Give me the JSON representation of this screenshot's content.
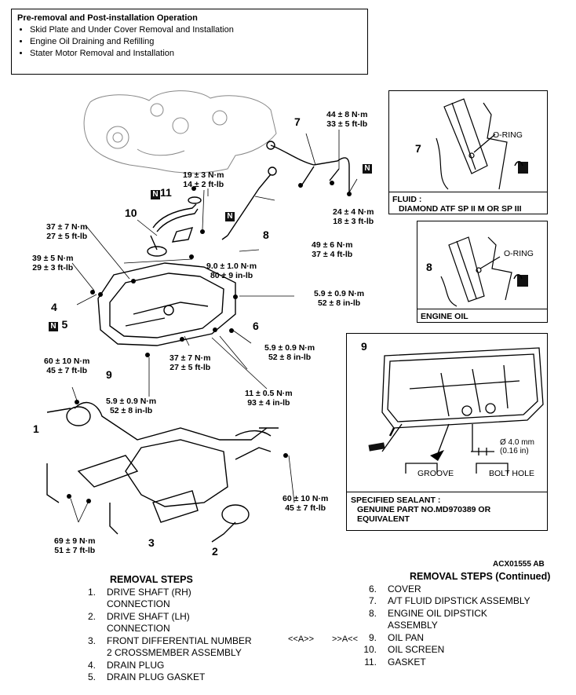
{
  "operation_box": {
    "title": "Pre-removal and Post-installation Operation",
    "items": [
      "Skid Plate and Under Cover Removal and Installation",
      "Engine Oil Draining and Refilling",
      "Stater Motor Removal and Installation"
    ]
  },
  "torques": {
    "t7": [
      "44 ± 8 N·m",
      "33 ± 5 ft-lb"
    ],
    "t11": [
      "19 ± 3 N·m",
      "14 ± 2 ft-lb"
    ],
    "t24": [
      "24 ± 4 N·m",
      "18 ± 3 ft-lb"
    ],
    "t49": [
      "49 ± 6 N·m",
      "37 ± 4 ft-lb"
    ],
    "t37a": [
      "37 ± 7 N·m",
      "27 ± 5 ft-lb"
    ],
    "t39": [
      "39 ± 5 N·m",
      "29 ± 3 ft-lb"
    ],
    "t9": [
      "9.0 ± 1.0 N·m",
      "80 ± 9 in-lb"
    ],
    "t59a": [
      "5.9 ± 0.9 N·m",
      "52 ± 8 in-lb"
    ],
    "t59b": [
      "5.9 ± 0.9 N·m",
      "52 ± 8 in-lb"
    ],
    "t60a": [
      "60 ± 10 N·m",
      "45 ± 7 ft-lb"
    ],
    "t37b": [
      "37 ± 7 N·m",
      "27 ± 5 ft-lb"
    ],
    "t59c": [
      "5.9 ± 0.9 N·m",
      "52 ± 8 in-lb"
    ],
    "t11nm": [
      "11 ± 0.5 N·m",
      "93 ± 4 in-lb"
    ],
    "t60b": [
      "60 ± 10 N·m",
      "45 ± 7 ft-lb"
    ],
    "t69": [
      "69 ± 9 N·m",
      "51 ± 7 ft-lb"
    ]
  },
  "callouts": {
    "c1": "1",
    "c2": "2",
    "c3": "3",
    "c4": "4",
    "c5": "5",
    "c6": "6",
    "c7": "7",
    "c8": "8",
    "c9": "9",
    "c10": "10",
    "c11": "11"
  },
  "badge": "N",
  "detail_fluid": {
    "num": "7",
    "oring": "O-RING",
    "caption_1": "FLUID :",
    "caption_2": "DIAMOND ATF SP II M OR SP III"
  },
  "detail_oil": {
    "num": "8",
    "oring": "O-RING",
    "caption": "ENGINE OIL"
  },
  "detail_pan": {
    "num": "9",
    "dia_1": "Ø 4.0 mm",
    "dia_2": "(0.16 in)",
    "groove": "GROOVE",
    "bolt_hole": "BOLT HOLE",
    "caption_1": "SPECIFIED SEALANT :",
    "caption_2": "GENUINE PART NO.MD970389 OR",
    "caption_3": "EQUIVALENT"
  },
  "figure_code": "ACX01555 AB",
  "removal_steps": {
    "heading": "REMOVAL STEPS",
    "steps": [
      {
        "n": "1.",
        "lines": [
          "DRIVE SHAFT (RH)",
          "CONNECTION"
        ]
      },
      {
        "n": "2.",
        "lines": [
          "DRIVE SHAFT (LH)",
          "CONNECTION"
        ]
      },
      {
        "n": "3.",
        "lines": [
          "FRONT DIFFERENTIAL NUMBER",
          "2 CROSSMEMBER ASSEMBLY"
        ]
      },
      {
        "n": "4.",
        "lines": [
          "DRAIN PLUG"
        ]
      },
      {
        "n": "5.",
        "lines": [
          "DRAIN PLUG GASKET"
        ]
      }
    ]
  },
  "markers": {
    "left": "<<A>>",
    "right": ">>A<<"
  },
  "removal_steps_continued": {
    "heading": "REMOVAL STEPS (Continued)",
    "steps": [
      {
        "n": "6.",
        "lines": [
          "COVER"
        ]
      },
      {
        "n": "7.",
        "lines": [
          "A/T FLUID DIPSTICK ASSEMBLY"
        ]
      },
      {
        "n": "8.",
        "lines": [
          "ENGINE OIL DIPSTICK",
          "ASSEMBLY"
        ]
      },
      {
        "n": "9.",
        "lines": [
          "OIL PAN"
        ]
      },
      {
        "n": "10.",
        "lines": [
          "OIL SCREEN"
        ]
      },
      {
        "n": "11.",
        "lines": [
          "GASKET"
        ]
      }
    ]
  }
}
